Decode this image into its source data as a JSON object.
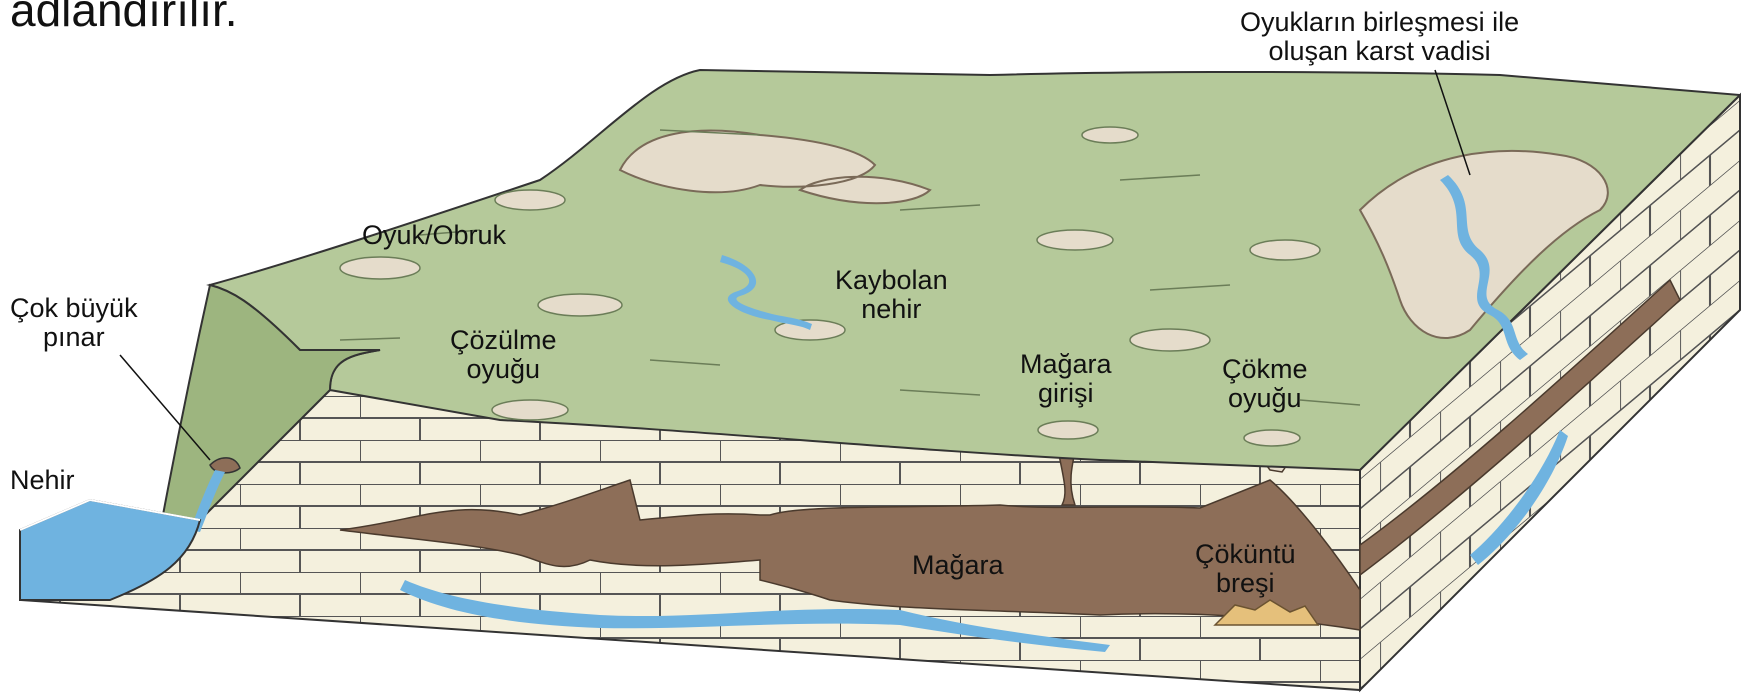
{
  "header": {
    "partial_text": "adlandırılır."
  },
  "labels": {
    "karst_valley": [
      "Oyukların birleşmesi ile",
      "oluşan karst vadisi"
    ],
    "sinkhole": [
      "Oyuk/Obruk"
    ],
    "big_spring": [
      "Çok büyük",
      "pınar"
    ],
    "disappearing_river": [
      "Kaybolan",
      "nehir"
    ],
    "solution_sinkhole": [
      "Çözülme",
      "oyuğu"
    ],
    "cave_entrance": [
      "Mağara",
      "girişi"
    ],
    "collapse_sinkhole": [
      "Çökme",
      "oyuğu"
    ],
    "river": [
      "Nehir"
    ],
    "cave": [
      "Mağara"
    ],
    "collapse_breccia": [
      "Çöküntü",
      "breşi"
    ]
  },
  "colors": {
    "plateau": "#b5c99a",
    "cliff": "#9db57f",
    "limestone": "#f4f0dd",
    "cave": "#8d6e58",
    "water": "#6fb3e0",
    "valley_floor": "#e5dccb"
  }
}
